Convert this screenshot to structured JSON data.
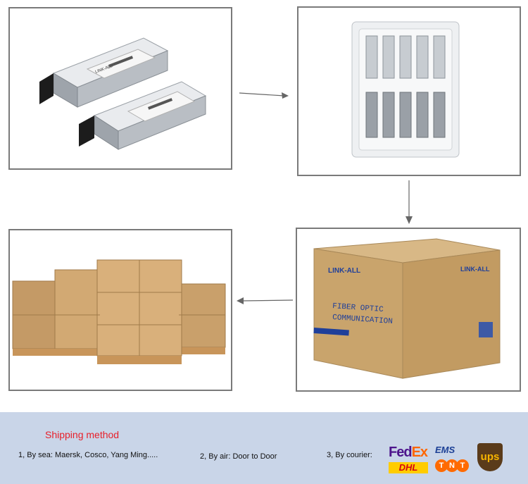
{
  "products_box": {
    "logo": "LINK-ALL"
  },
  "carton": {
    "logo": "LINK-ALL",
    "line1": "FIBER OPTIC",
    "line2": "COMMUNICATION"
  },
  "shipping": {
    "title": "Shipping method",
    "methods": [
      "1, By sea: Maersk, Cosco, Yang Ming.....",
      "2, By air: Door to Door",
      "3, By courier:"
    ],
    "couriers": {
      "fedex_fe": "Fed",
      "fedex_ex": "Ex",
      "ems": "EMS",
      "dhl": "DHL",
      "tnt": [
        "T",
        "N",
        "T"
      ],
      "ups": "ups"
    }
  },
  "colors": {
    "border": "#7a7a7a",
    "band": "#c9d5e8",
    "title_red": "#e8202a",
    "carton": "#c9a46c",
    "carton_print": "#1f3f9a"
  }
}
